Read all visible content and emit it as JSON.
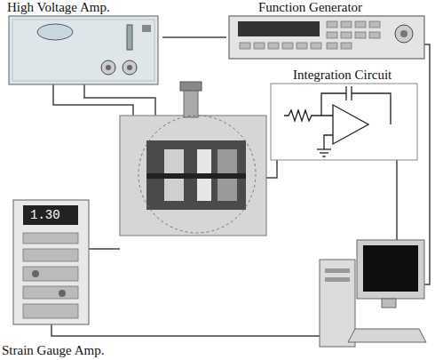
{
  "diagram": {
    "nodes": [
      {
        "text": [
          "High Voltage Amp."
        ]
      },
      {
        "text": [
          "Function Generator"
        ]
      },
      {
        "text": [
          "Integration Circuit"
        ]
      },
      {
        "text": [
          "Strain Gauge Amp."
        ]
      }
    ],
    "edges": [
      {
        "from": 0,
        "to": 1,
        "arrow": "none"
      }
    ],
    "labels": [
      "1.30"
    ]
  }
}
